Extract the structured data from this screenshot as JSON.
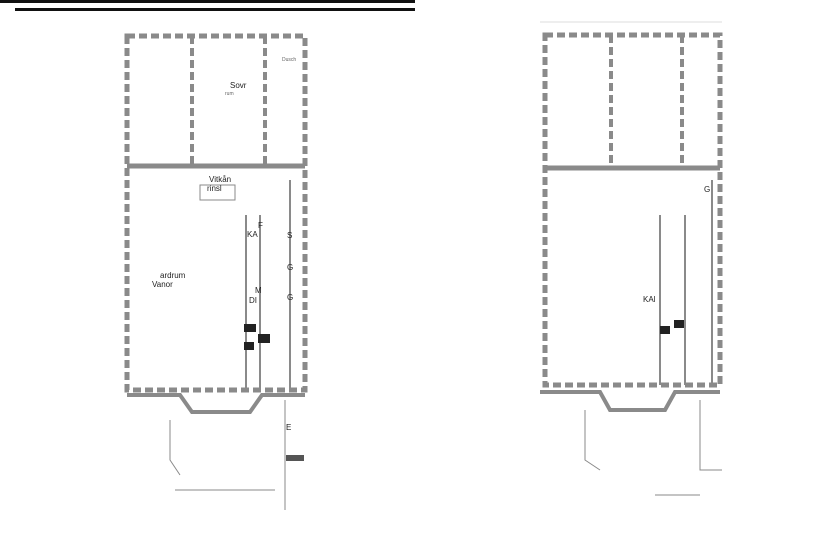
{
  "plan_left": {
    "labels": {
      "bedroom_top": "Sovr",
      "bedroom_top_sub": "rum",
      "entrance": "Vitkån",
      "entrance_sub": "rinsl",
      "living": "ardrum",
      "living_sub": "Vanor",
      "kitchen": "KA",
      "f": "F",
      "s": "S",
      "g1": "G",
      "g2": "G",
      "m": "M",
      "di": "DI",
      "e": "E",
      "dusch": "Dusch"
    }
  },
  "plan_right": {
    "labels": {
      "kitchen": "KAl",
      "g": "G"
    }
  },
  "colors": {
    "wall": "#8a8a8a",
    "dark": "#222222"
  }
}
